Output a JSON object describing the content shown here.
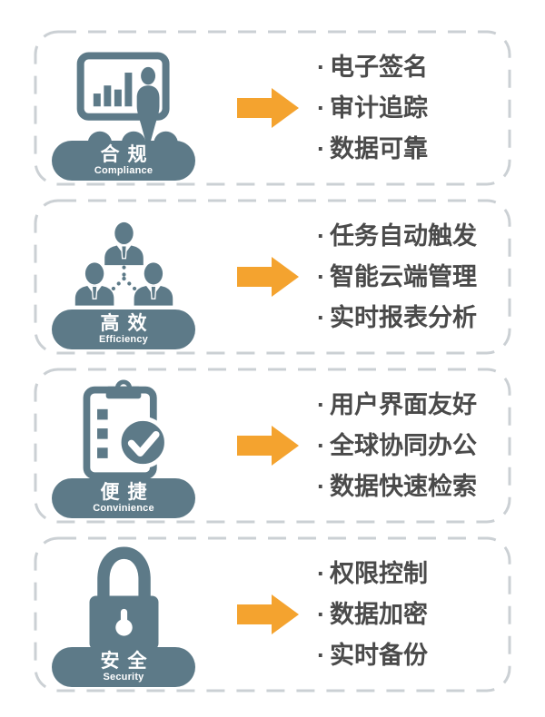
{
  "colors": {
    "slate": "#5D7A88",
    "arrow_orange": "#F4A32F",
    "dashed_border": "#CBD0D4",
    "bullet_text": "#4A4A4A",
    "pill_text": "#FFFFFF"
  },
  "bullet_prefix": "·",
  "sections": [
    {
      "label_zh": "合规",
      "label_en": "Compliance",
      "icon": "presentation-audience-icon",
      "bullets": [
        "电子签名",
        "审计追踪",
        "数据可靠"
      ]
    },
    {
      "label_zh": "高效",
      "label_en": "Efficiency",
      "icon": "team-network-icon",
      "bullets": [
        "任务自动触发",
        "智能云端管理",
        "实时报表分析"
      ]
    },
    {
      "label_zh": "便捷",
      "label_en": "Convinience",
      "icon": "clipboard-check-icon",
      "bullets": [
        "用户界面友好",
        "全球协同办公",
        "数据快速检索"
      ]
    },
    {
      "label_zh": "安全",
      "label_en": "Security",
      "icon": "padlock-icon",
      "bullets": [
        "权限控制",
        "数据加密",
        "实时备份"
      ]
    }
  ]
}
